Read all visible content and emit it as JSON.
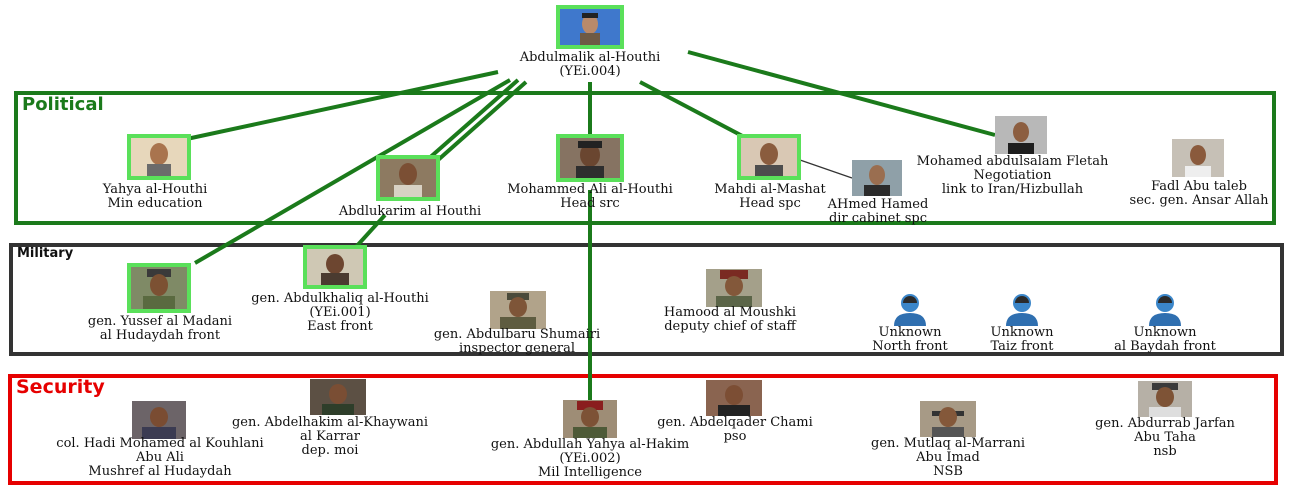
{
  "sections": {
    "political": {
      "title": "Political",
      "color": "#1b7a1b"
    },
    "military": {
      "title": "Military",
      "color": "#333333"
    },
    "security": {
      "title": "Security",
      "color": "#e60000"
    }
  },
  "top": {
    "lines": [
      "Abdulmalik al-Houthi",
      "(YEi.004)"
    ]
  },
  "political": [
    {
      "id": "yahya",
      "lines": [
        "Yahya  al-Houthi",
        "Min education"
      ]
    },
    {
      "id": "abdlukarim",
      "lines": [
        "Abdlukarim al Houthi"
      ]
    },
    {
      "id": "mohammed_ali",
      "lines": [
        "Mohammed Ali al-Houthi",
        "Head src"
      ]
    },
    {
      "id": "mahdi",
      "lines": [
        "Mahdi al-Mashat",
        "Head spc"
      ]
    },
    {
      "id": "ahmed",
      "lines": [
        "AHmed Hamed",
        "dir cabinet spc"
      ]
    },
    {
      "id": "fletah",
      "lines": [
        "Mohamed abdulsalam Fletah",
        "Negotiation",
        "link to Iran/Hizbullah"
      ]
    },
    {
      "id": "fadl",
      "lines": [
        "Fadl Abu taleb",
        "sec. gen. Ansar Allah"
      ]
    }
  ],
  "military": [
    {
      "id": "yussef",
      "lines": [
        "gen. Yussef al Madani",
        "al Hudaydah front"
      ]
    },
    {
      "id": "abdulkhaliq",
      "lines": [
        "gen. Abdulkhaliq al-Houthi",
        "(YEi.001)",
        "East front"
      ]
    },
    {
      "id": "shumairi",
      "lines": [
        "gen. Abdulbaru Shumairi",
        "inspector general"
      ]
    },
    {
      "id": "moushki",
      "lines": [
        "Hamood al Moushki",
        "deputy chief of staff"
      ]
    },
    {
      "id": "north",
      "lines": [
        "Unknown",
        "North front"
      ]
    },
    {
      "id": "taiz",
      "lines": [
        "Unknown",
        "Taiz front"
      ]
    },
    {
      "id": "baydah",
      "lines": [
        "Unknown",
        "al Baydah front"
      ]
    }
  ],
  "security": [
    {
      "id": "kouhlani",
      "lines": [
        "col. Hadi Mohamed al Kouhlani",
        "Abu Ali",
        "Mushref al Hudaydah"
      ]
    },
    {
      "id": "khaywani",
      "lines": [
        "gen. Abdelhakim al-Khaywani",
        "al Karrar",
        "dep. moi"
      ]
    },
    {
      "id": "hakim",
      "lines": [
        "gen. Abdullah Yahya al-Hakim",
        "(YEi.002)",
        "Mil Intelligence"
      ]
    },
    {
      "id": "chami",
      "lines": [
        "gen. Abdelqader Chami",
        "pso"
      ]
    },
    {
      "id": "marrani",
      "lines": [
        "gen. Mutlaq al-Marrani",
        "Abu Imad",
        "NSB"
      ]
    },
    {
      "id": "jarfan",
      "lines": [
        "gen. Abdurrab Jarfan",
        "Abu Taha",
        "nsb"
      ]
    }
  ],
  "colors": {
    "link": "#1b7a1b",
    "highlight": "#5ae05a"
  }
}
